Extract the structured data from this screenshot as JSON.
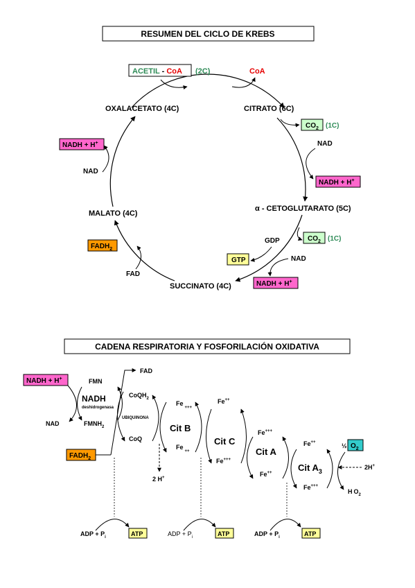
{
  "krebs": {
    "title": "RESUMEN DEL CICLO DE KREBS",
    "acetil": "ACETIL",
    "acetil_sep": " - ",
    "acetil_coa": "CoA",
    "acetil_carbons": "(2C)",
    "coa_out": "CoA",
    "oxalacetato": "OXALACETATO (4C)",
    "citrato": "CITRATO (6C)",
    "co2": "CO",
    "co2_sub": "2",
    "co2_1_carbons": "(1C)",
    "nad": "NAD",
    "nadh": "NADH + H",
    "plus_sup": "+",
    "ketoglutarato": "α - CETOGLUTARATO (5C)",
    "co2_2_carbons": "(1C)",
    "gdp": "GDP",
    "gtp": "GTP",
    "succinato": "SUCCINATO (4C)",
    "fad": "FAD",
    "fadh": "FADH",
    "fadh_sub": "2",
    "malato": "MALATO (4C)"
  },
  "cadena": {
    "title": "CADENA RESPIRATORIA Y FOSFORILACIÓN OXIDATIVA",
    "nadh": "NADH + H",
    "plus_sup": "+",
    "nad": "NAD",
    "fmn": "FMN",
    "nadh_enzyme": "NADH",
    "deshidrogenasa": "deshidrogenasa",
    "fmnh": "FMNH",
    "fmnh_sub": "2",
    "fad": "FAD",
    "fadh": "FADH",
    "fadh_sub": "2",
    "coqh": "CoQH",
    "coqh_sub": "2",
    "ubiquinona": "UBIQUINONA",
    "coq": "CoQ",
    "fe_b_top": "Fe",
    "fe_b_top_sup": "+++",
    "fe_b_bottom": "Fe",
    "fe_b_bottom_sup": "++",
    "cit_b": "Cit B",
    "two_h": "2 H",
    "fe2_plus": "Fe",
    "fe2_plus_sup": "++",
    "cit_c": "Cit C",
    "fe3_plus": "Fe",
    "fe3_plus_sup": "+++",
    "fe3_a": "Fe",
    "fe3_a_sup": "+++",
    "cit_a": "Cit A",
    "fe2_a": "Fe",
    "fe2_a_sup": "++",
    "fe2_a3": "Fe",
    "fe2_a3_sup": "++",
    "cit_a3": "Cit A",
    "cit_a3_sub": "3",
    "fe3_a3": "Fe",
    "fe3_a3_sup": "+++",
    "half": "½",
    "o2": "O",
    "o2_sub": "2",
    "two_h_right": "2H",
    "h2o_h": "H",
    "h2o_o": "O",
    "h2o_sub": "2",
    "adp_pi": "ADP + P",
    "pi_sub": "i",
    "atp": "ATP"
  },
  "colors": {
    "green": "#2e8b57",
    "red": "#e60000",
    "co2_fill": "#ccffcc",
    "nadh_fill": "#ff66cc",
    "fadh_fill": "#ff9900",
    "gtp_fill": "#ffff99",
    "atp_fill": "#ffff99",
    "o2_fill": "#33cccc"
  }
}
